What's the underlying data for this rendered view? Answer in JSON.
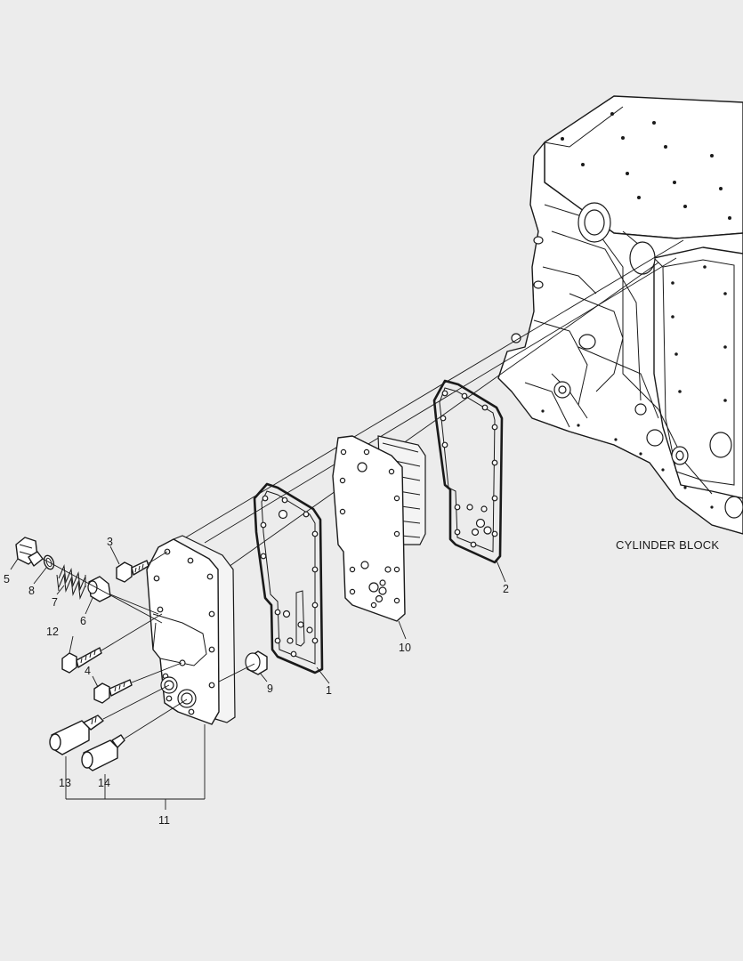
{
  "labels": {
    "cylinder_block": "CYLINDER BLOCK"
  },
  "callouts": [
    {
      "id": "1",
      "text": "1"
    },
    {
      "id": "2",
      "text": "2"
    },
    {
      "id": "3",
      "text": "3"
    },
    {
      "id": "4",
      "text": "4"
    },
    {
      "id": "5",
      "text": "5"
    },
    {
      "id": "6",
      "text": "6"
    },
    {
      "id": "7",
      "text": "7"
    },
    {
      "id": "8",
      "text": "8"
    },
    {
      "id": "9",
      "text": "9"
    },
    {
      "id": "10",
      "text": "10"
    },
    {
      "id": "11",
      "text": "11"
    },
    {
      "id": "12",
      "text": "12"
    },
    {
      "id": "13",
      "text": "13"
    },
    {
      "id": "14",
      "text": "14"
    }
  ],
  "colors": {
    "background": "#ececec",
    "line": "#1a1a1a",
    "part_fill": "#ffffff"
  }
}
